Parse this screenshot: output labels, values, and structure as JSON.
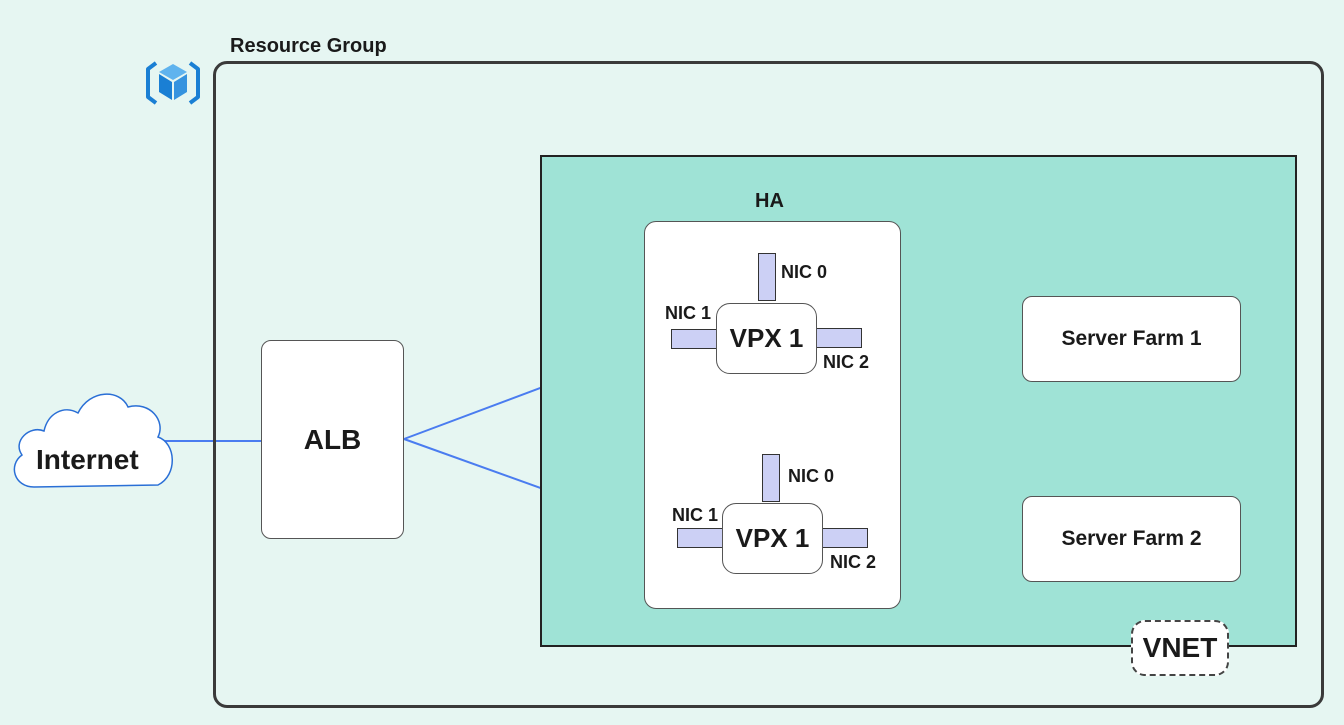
{
  "resource_group": {
    "title": "Resource Group",
    "icon": "resource-group-cube-icon"
  },
  "internet": {
    "label": "Internet",
    "icon": "cloud-icon"
  },
  "alb": {
    "label": "ALB"
  },
  "vnet": {
    "label": "VNET"
  },
  "ha": {
    "title": "HA",
    "vpx_a": {
      "label": "VPX 1",
      "nic0": "NIC 0",
      "nic1": "NIC 1",
      "nic2": "NIC 2"
    },
    "vpx_b": {
      "label": "VPX 1",
      "nic0": "NIC 0",
      "nic1": "NIC 1",
      "nic2": "NIC 2"
    }
  },
  "server_farms": [
    {
      "label": "Server Farm 1"
    },
    {
      "label": "Server Farm 2"
    }
  ],
  "colors": {
    "background": "#e6f6f2",
    "vnet_fill": "#9fe3d6",
    "nic_fill": "#ccd0f5",
    "link_blue": "#4a7cf0",
    "link_red": "#f08a82",
    "link_teal": "#4fd1c2",
    "icon_blue": "#1a7fd4"
  }
}
